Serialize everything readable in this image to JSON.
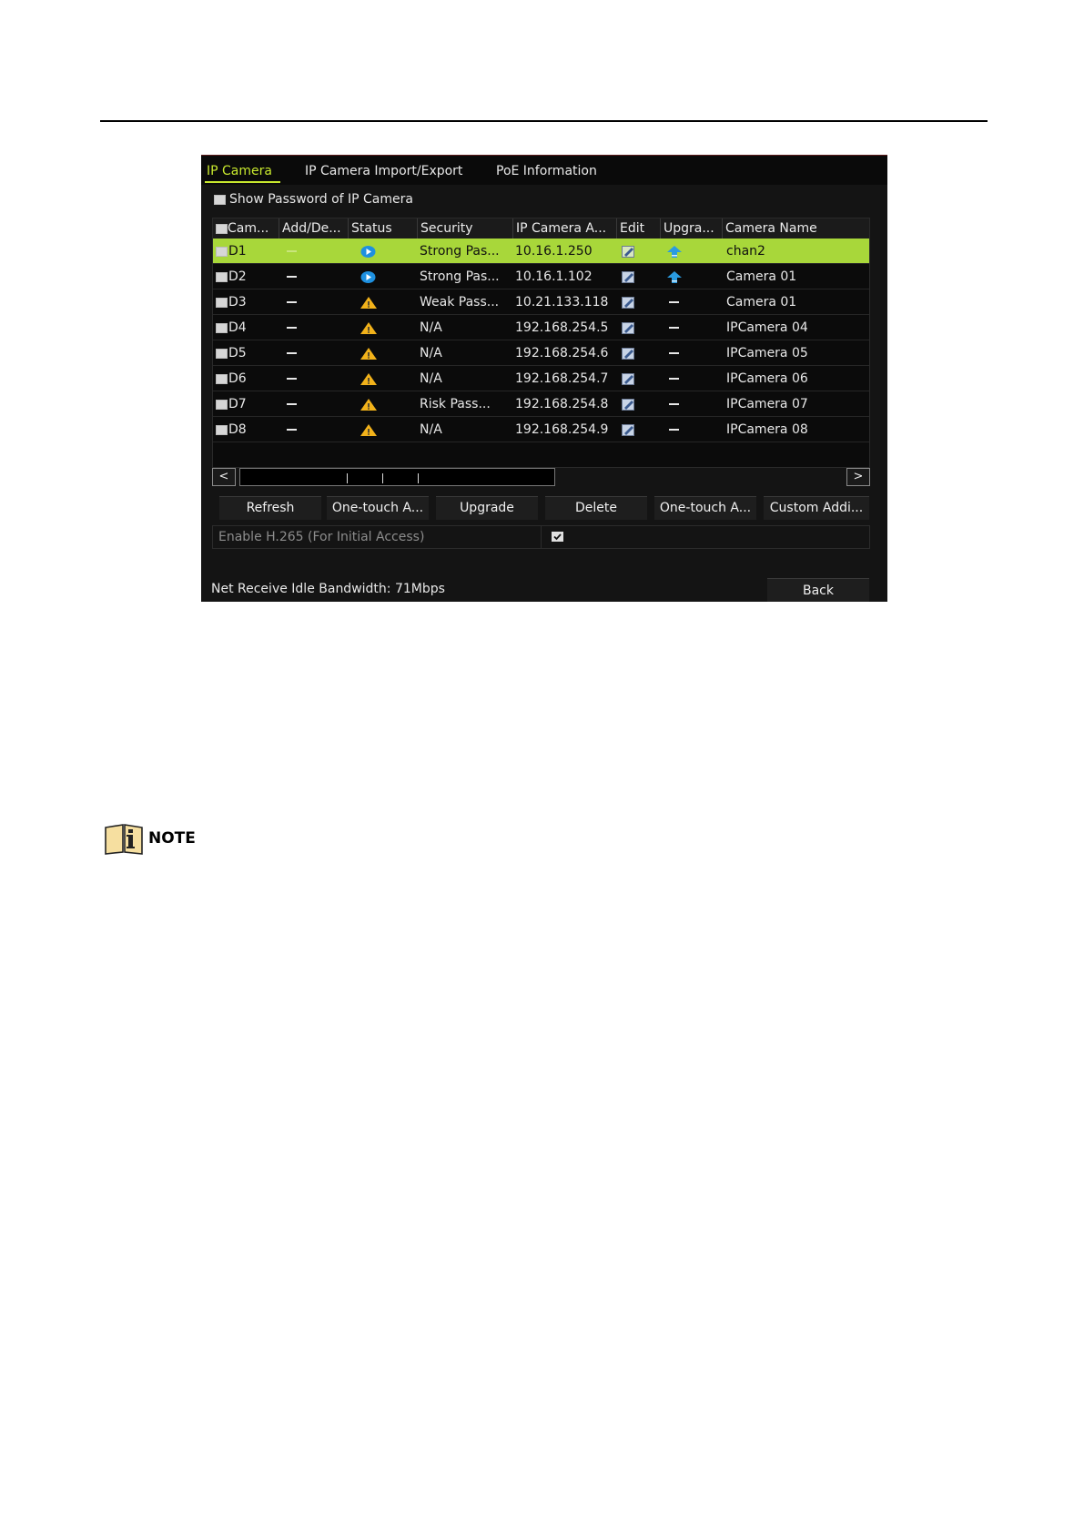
{
  "tabs": [
    {
      "label": "IP Camera",
      "active": true
    },
    {
      "label": "IP Camera Import/Export",
      "active": false
    },
    {
      "label": "PoE Information",
      "active": false
    }
  ],
  "show_password_label": "Show Password of IP Camera",
  "table": {
    "headers": [
      "Cam...",
      "Add/De...",
      "Status",
      "Security",
      "IP Camera A...",
      "Edit",
      "Upgra...",
      "Camera Name"
    ],
    "rows": [
      {
        "camera": "D1",
        "add_delete": "dash",
        "status": "play-icon",
        "security": "Strong Pas...",
        "ip": "10.16.1.250",
        "edit": "edit-icon",
        "upgrade": "upgrade-icon",
        "name": "chan2",
        "selected": true
      },
      {
        "camera": "D2",
        "add_delete": "dash",
        "status": "play-icon",
        "security": "Strong Pas...",
        "ip": "10.16.1.102",
        "edit": "edit-icon",
        "upgrade": "upgrade-icon",
        "name": "Camera 01",
        "selected": false
      },
      {
        "camera": "D3",
        "add_delete": "dash",
        "status": "warning-icon",
        "security": "Weak Pass...",
        "ip": "10.21.133.118",
        "edit": "edit-icon",
        "upgrade": "dash",
        "name": "Camera 01",
        "selected": false
      },
      {
        "camera": "D4",
        "add_delete": "dash",
        "status": "warning-icon",
        "security": "N/A",
        "ip": "192.168.254.5",
        "edit": "edit-icon",
        "upgrade": "dash",
        "name": "IPCamera 04",
        "selected": false
      },
      {
        "camera": "D5",
        "add_delete": "dash",
        "status": "warning-icon",
        "security": "N/A",
        "ip": "192.168.254.6",
        "edit": "edit-icon",
        "upgrade": "dash",
        "name": "IPCamera 05",
        "selected": false
      },
      {
        "camera": "D6",
        "add_delete": "dash",
        "status": "warning-icon",
        "security": "N/A",
        "ip": "192.168.254.7",
        "edit": "edit-icon",
        "upgrade": "dash",
        "name": "IPCamera 06",
        "selected": false
      },
      {
        "camera": "D7",
        "add_delete": "dash",
        "status": "warning-icon",
        "security": "Risk Pass...",
        "ip": "192.168.254.8",
        "edit": "edit-icon",
        "upgrade": "dash",
        "name": "IPCamera 07",
        "selected": false
      },
      {
        "camera": "D8",
        "add_delete": "dash",
        "status": "warning-icon",
        "security": "N/A",
        "ip": "192.168.254.9",
        "edit": "edit-icon",
        "upgrade": "dash",
        "name": "IPCamera 08",
        "selected": false
      }
    ]
  },
  "scrollbar": {
    "left_label": "<",
    "right_label": ">"
  },
  "buttons": [
    "Refresh",
    "One-touch A...",
    "Upgrade",
    "Delete",
    "One-touch A...",
    "Custom Addi..."
  ],
  "h265": {
    "label": "Enable H.265 (For Initial Access)",
    "checked": true
  },
  "bandwidth": "Net Receive Idle Bandwidth: 71Mbps",
  "back_label": "Back",
  "note_label": "NOTE",
  "colors": {
    "accent": "#c8e82e",
    "selected_row": "#a8d73a",
    "status_blue": "#1e90e0",
    "warning_yellow": "#f2b21a",
    "upgrade_blue": "#2a9be0"
  }
}
